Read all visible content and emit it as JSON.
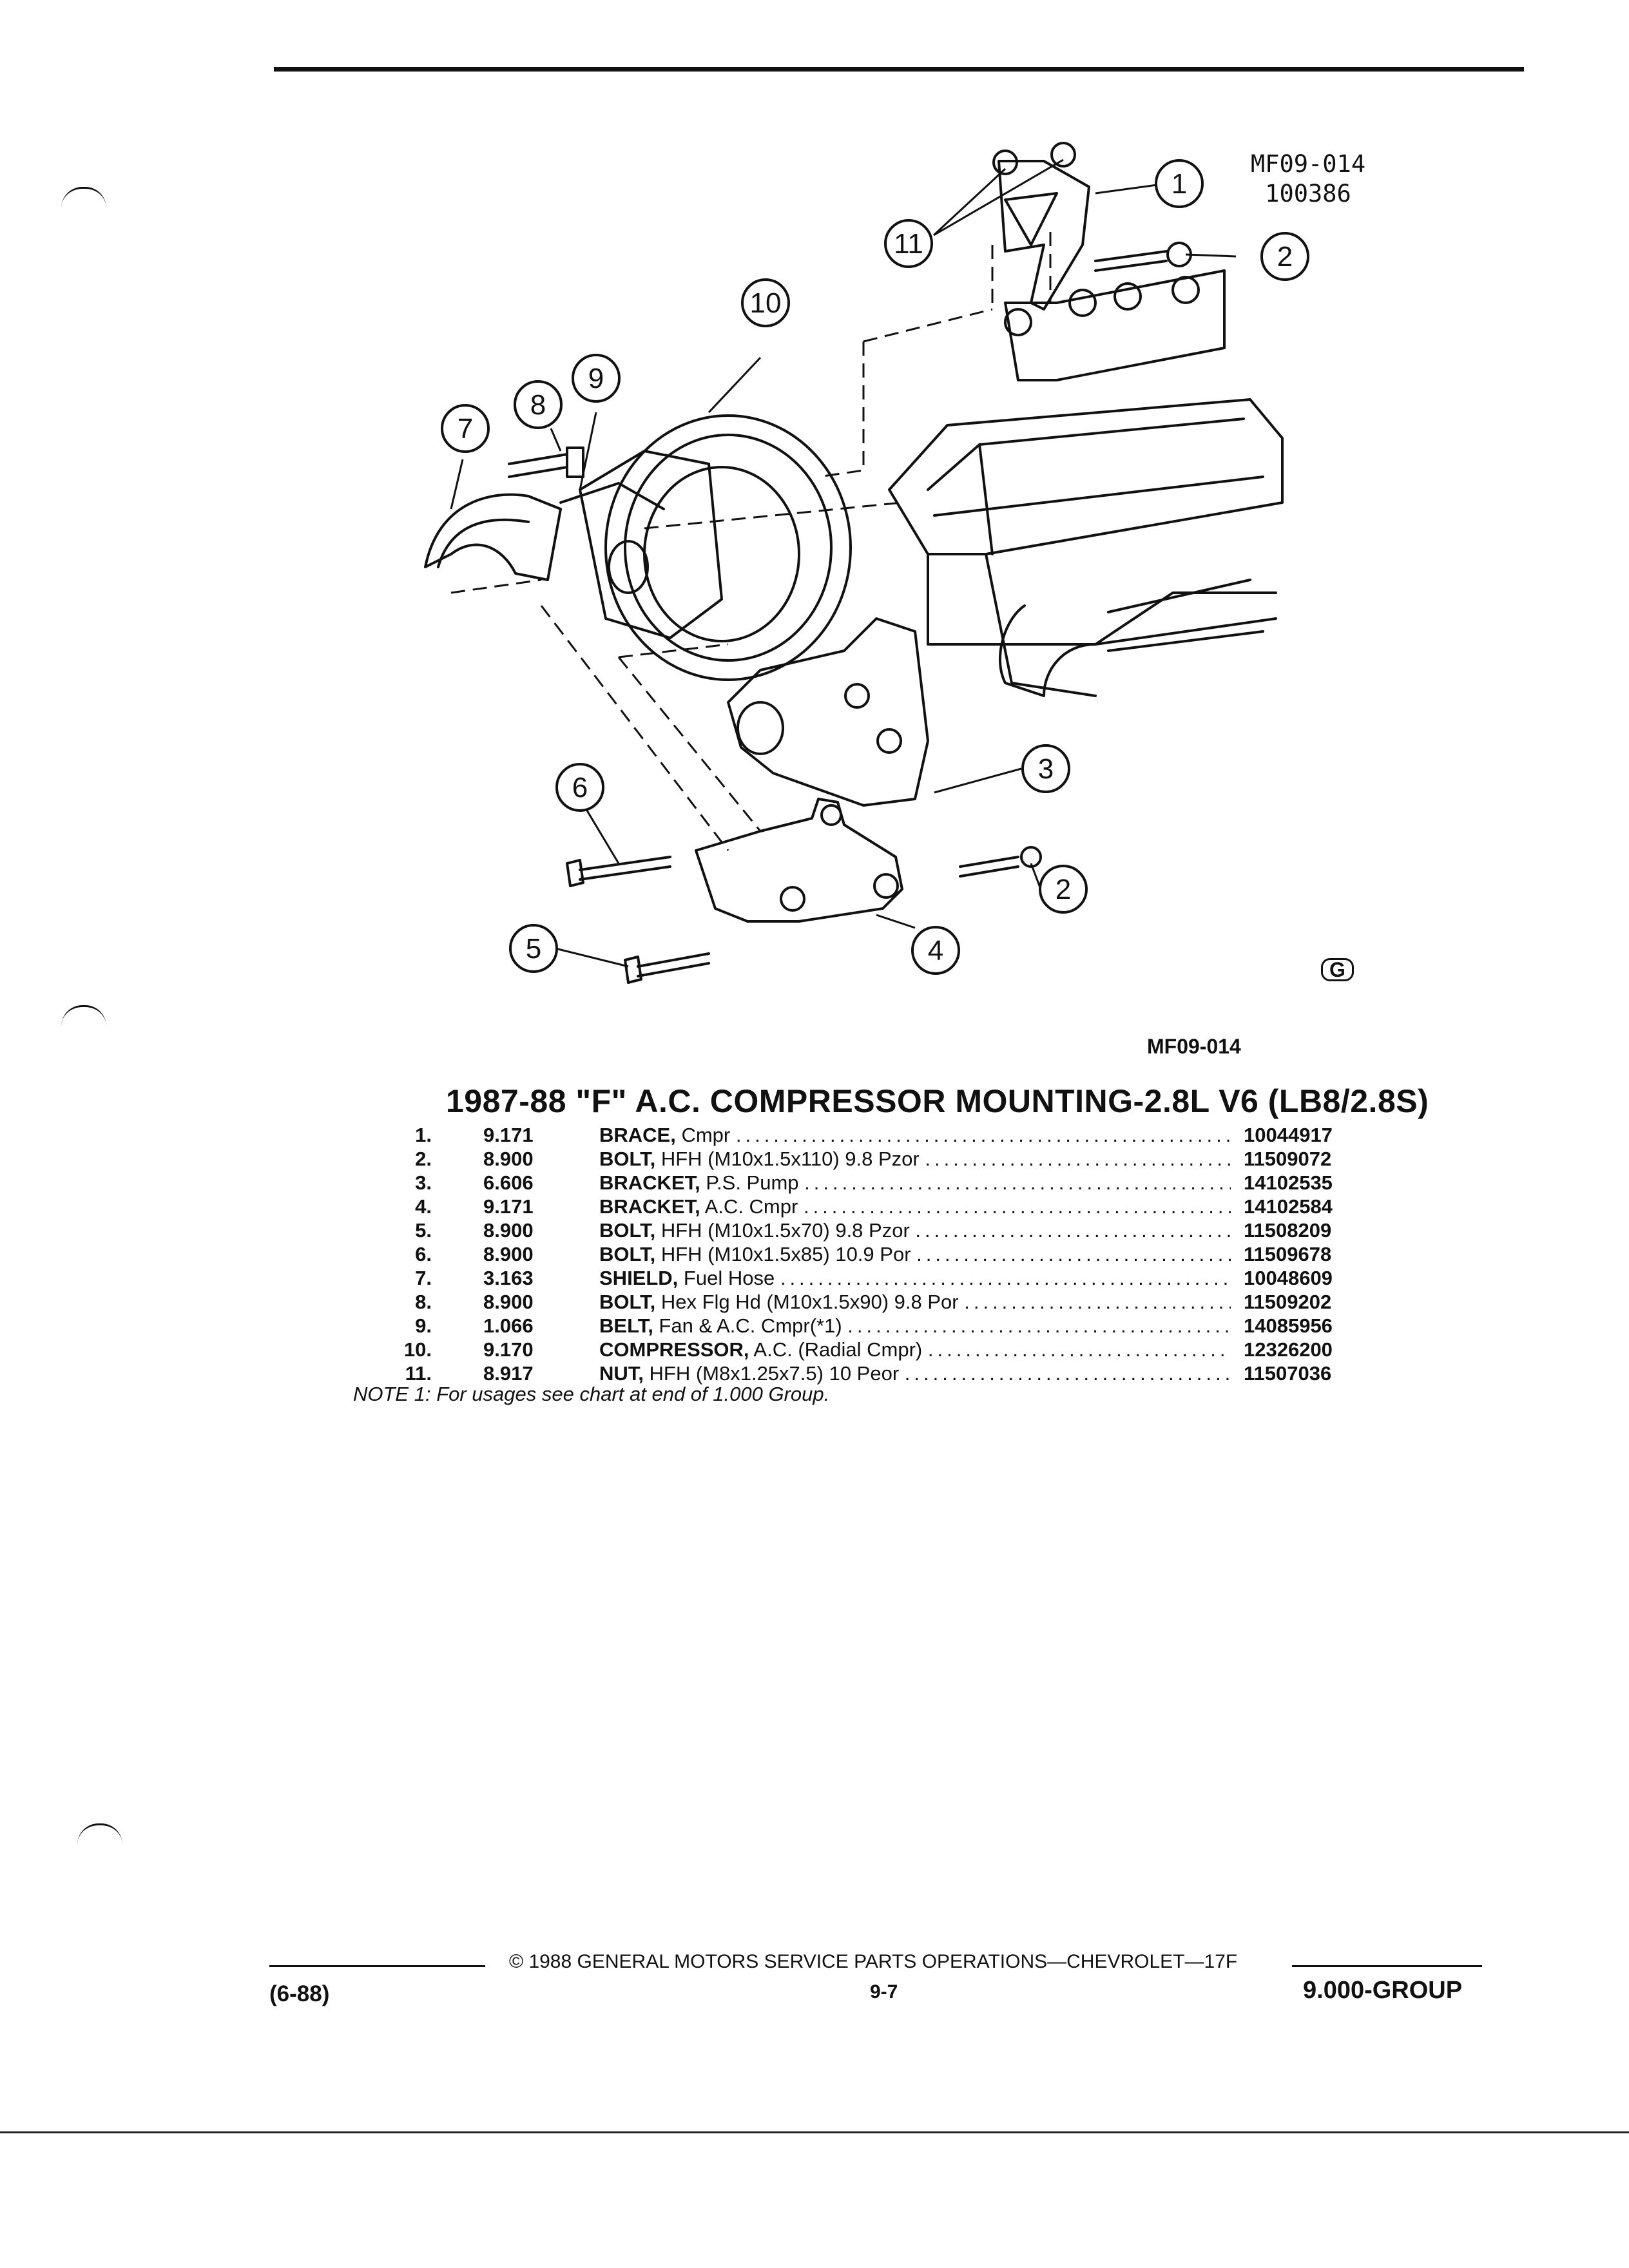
{
  "header": {
    "drawing_code_line1": "MF09-014",
    "drawing_code_line2": "100386"
  },
  "figure": {
    "caption": "MF09-014",
    "logo_text": "G",
    "callouts": [
      "1",
      "2",
      "3",
      "4",
      "5",
      "6",
      "7",
      "8",
      "9",
      "10",
      "11"
    ]
  },
  "title": "1987-88 \"F\" A.C. COMPRESSOR MOUNTING-2.8L V6 (LB8/2.8S)",
  "parts": [
    {
      "num": "1.",
      "group": "9.171",
      "name": "BRACE,",
      "detail": " Cmpr",
      "part_no": "10044917"
    },
    {
      "num": "2.",
      "group": "8.900",
      "name": "BOLT,",
      "detail": " HFH (M10x1.5x110) 9.8 Pzor",
      "part_no": "11509072"
    },
    {
      "num": "3.",
      "group": "6.606",
      "name": "BRACKET,",
      "detail": " P.S. Pump",
      "part_no": "14102535"
    },
    {
      "num": "4.",
      "group": "9.171",
      "name": "BRACKET,",
      "detail": " A.C. Cmpr",
      "part_no": "14102584"
    },
    {
      "num": "5.",
      "group": "8.900",
      "name": "BOLT,",
      "detail": " HFH (M10x1.5x70) 9.8 Pzor",
      "part_no": "11508209"
    },
    {
      "num": "6.",
      "group": "8.900",
      "name": "BOLT,",
      "detail": " HFH (M10x1.5x85) 10.9 Por",
      "part_no": "11509678"
    },
    {
      "num": "7.",
      "group": "3.163",
      "name": "SHIELD,",
      "detail": " Fuel Hose",
      "part_no": "10048609"
    },
    {
      "num": "8.",
      "group": "8.900",
      "name": "BOLT,",
      "detail": " Hex Flg Hd (M10x1.5x90) 9.8 Por",
      "part_no": "11509202"
    },
    {
      "num": "9.",
      "group": "1.066",
      "name": "BELT,",
      "detail": " Fan & A.C. Cmpr(*1)",
      "part_no": "14085956"
    },
    {
      "num": "10.",
      "group": "9.170",
      "name": "COMPRESSOR,",
      "detail": " A.C. (Radial Cmpr)",
      "part_no": "12326200"
    },
    {
      "num": "11.",
      "group": "8.917",
      "name": "NUT,",
      "detail": " HFH (M8x1.25x7.5) 10 Peor",
      "part_no": "11507036"
    }
  ],
  "note": "NOTE 1: For usages see chart at end of 1.000 Group.",
  "footer": {
    "copyright": "© 1988 GENERAL MOTORS SERVICE PARTS OPERATIONS—CHEVROLET—17F",
    "page": "9-7",
    "date": "(6-88)",
    "group": "9.000-GROUP"
  }
}
